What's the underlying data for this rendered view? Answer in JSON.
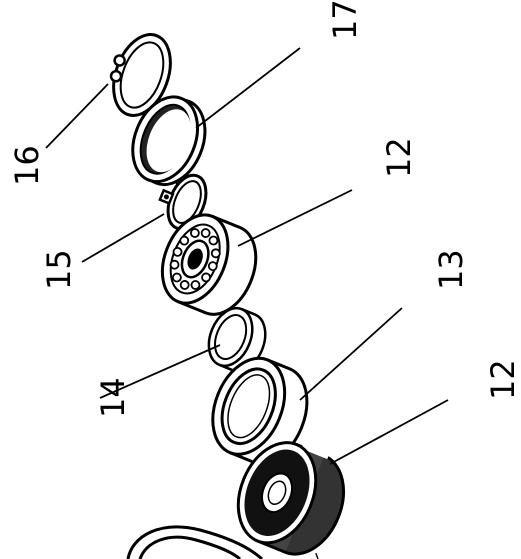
{
  "callouts": {
    "c16": "16",
    "c17": "17",
    "c12a": "12",
    "c15": "15",
    "c13": "13",
    "c14": "14",
    "c12b": "12"
  },
  "colors": {
    "ink": "#000000",
    "paper": "#ffffff",
    "shade": "#555555"
  },
  "icons": [
    "snap-ring",
    "spacer-ring",
    "circlip",
    "ball-bearing",
    "inner-race-ring",
    "bearing-cup",
    "sealed-bearing",
    "housing-fragment"
  ]
}
